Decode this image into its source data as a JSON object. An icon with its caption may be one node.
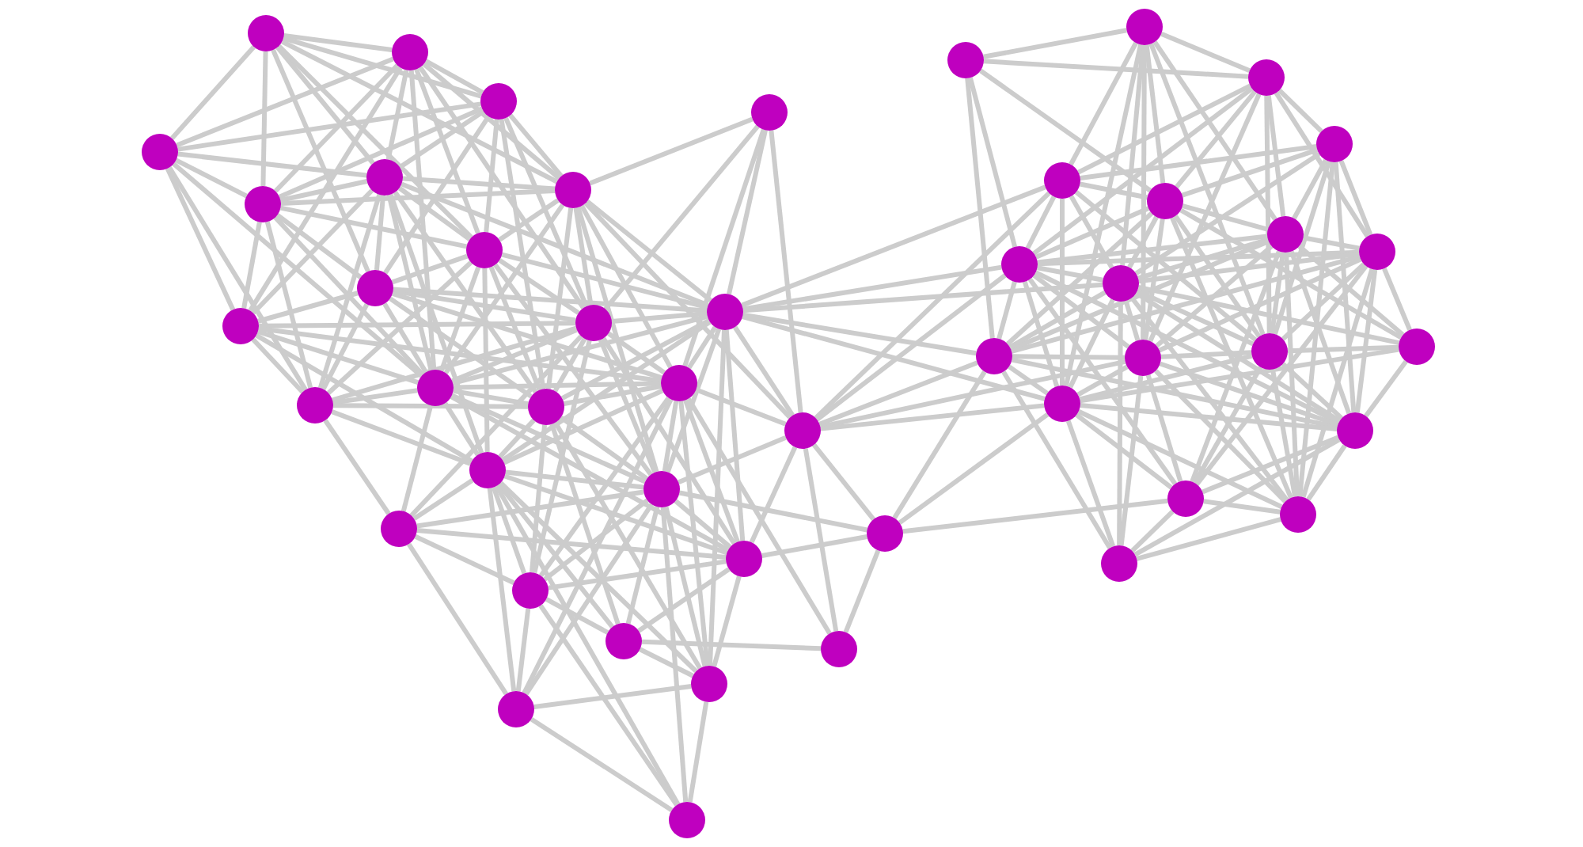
{
  "diagram": {
    "nodes": [
      {
        "text": [],
        "shape": "circle"
      },
      {
        "text": [],
        "shape": "circle"
      },
      {
        "text": [],
        "shape": "circle"
      },
      {
        "text": [],
        "shape": "circle"
      },
      {
        "text": [],
        "shape": "circle"
      },
      {
        "text": [],
        "shape": "circle"
      },
      {
        "text": [],
        "shape": "circle"
      },
      {
        "text": [],
        "shape": "circle"
      },
      {
        "text": [],
        "shape": "circle"
      },
      {
        "text": [],
        "shape": "circle"
      },
      {
        "text": [],
        "shape": "circle"
      },
      {
        "text": [],
        "shape": "circle"
      },
      {
        "text": [],
        "shape": "circle"
      },
      {
        "text": [],
        "shape": "circle"
      },
      {
        "text": [],
        "shape": "circle"
      },
      {
        "text": [],
        "shape": "circle"
      },
      {
        "text": [],
        "shape": "circle"
      },
      {
        "text": [],
        "shape": "circle"
      },
      {
        "text": [],
        "shape": "circle"
      },
      {
        "text": [],
        "shape": "circle"
      },
      {
        "text": [],
        "shape": "circle"
      },
      {
        "text": [],
        "shape": "circle"
      },
      {
        "text": [],
        "shape": "circle"
      },
      {
        "text": [],
        "shape": "circle"
      },
      {
        "text": [],
        "shape": "circle"
      },
      {
        "text": [],
        "shape": "circle"
      },
      {
        "text": [],
        "shape": "circle"
      },
      {
        "text": [],
        "shape": "circle"
      },
      {
        "text": [],
        "shape": "circle"
      },
      {
        "text": [],
        "shape": "circle"
      },
      {
        "text": [],
        "shape": "circle"
      },
      {
        "text": [],
        "shape": "circle"
      },
      {
        "text": [],
        "shape": "circle"
      },
      {
        "text": [],
        "shape": "circle"
      },
      {
        "text": [],
        "shape": "circle"
      },
      {
        "text": [],
        "shape": "circle"
      },
      {
        "text": [],
        "shape": "circle"
      },
      {
        "text": [],
        "shape": "circle"
      },
      {
        "text": [],
        "shape": "circle"
      },
      {
        "text": [],
        "shape": "circle"
      },
      {
        "text": [],
        "shape": "circle"
      },
      {
        "text": [],
        "shape": "circle"
      },
      {
        "text": [],
        "shape": "circle"
      },
      {
        "text": [],
        "shape": "circle"
      },
      {
        "text": [],
        "shape": "circle"
      },
      {
        "text": [],
        "shape": "circle"
      },
      {
        "text": [],
        "shape": "circle"
      },
      {
        "text": [],
        "shape": "circle"
      }
    ],
    "edges": [
      {
        "from": 0,
        "to": 1,
        "arrow": "none"
      },
      {
        "from": 0,
        "to": 2,
        "arrow": "none"
      },
      {
        "from": 0,
        "to": 3,
        "arrow": "none"
      },
      {
        "from": 0,
        "to": 5,
        "arrow": "none"
      },
      {
        "from": 0,
        "to": 6,
        "arrow": "none"
      },
      {
        "from": 0,
        "to": 7,
        "arrow": "none"
      },
      {
        "from": 0,
        "to": 8,
        "arrow": "none"
      },
      {
        "from": 0,
        "to": 9,
        "arrow": "none"
      },
      {
        "from": 1,
        "to": 2,
        "arrow": "none"
      },
      {
        "from": 1,
        "to": 3,
        "arrow": "none"
      },
      {
        "from": 1,
        "to": 5,
        "arrow": "none"
      },
      {
        "from": 1,
        "to": 6,
        "arrow": "none"
      },
      {
        "from": 1,
        "to": 7,
        "arrow": "none"
      },
      {
        "from": 1,
        "to": 8,
        "arrow": "none"
      },
      {
        "from": 1,
        "to": 10,
        "arrow": "none"
      },
      {
        "from": 1,
        "to": 11,
        "arrow": "none"
      },
      {
        "from": 1,
        "to": 14,
        "arrow": "none"
      },
      {
        "from": 2,
        "to": 3,
        "arrow": "none"
      },
      {
        "from": 2,
        "to": 5,
        "arrow": "none"
      },
      {
        "from": 2,
        "to": 6,
        "arrow": "none"
      },
      {
        "from": 2,
        "to": 7,
        "arrow": "none"
      },
      {
        "from": 2,
        "to": 8,
        "arrow": "none"
      },
      {
        "from": 2,
        "to": 9,
        "arrow": "none"
      },
      {
        "from": 2,
        "to": 11,
        "arrow": "none"
      },
      {
        "from": 2,
        "to": 15,
        "arrow": "none"
      },
      {
        "from": 3,
        "to": 5,
        "arrow": "none"
      },
      {
        "from": 3,
        "to": 6,
        "arrow": "none"
      },
      {
        "from": 3,
        "to": 10,
        "arrow": "none"
      },
      {
        "from": 3,
        "to": 13,
        "arrow": "none"
      },
      {
        "from": 3,
        "to": 14,
        "arrow": "none"
      },
      {
        "from": 4,
        "to": 7,
        "arrow": "none"
      },
      {
        "from": 4,
        "to": 11,
        "arrow": "none"
      },
      {
        "from": 4,
        "to": 12,
        "arrow": "none"
      },
      {
        "from": 4,
        "to": 16,
        "arrow": "none"
      },
      {
        "from": 4,
        "to": 17,
        "arrow": "none"
      },
      {
        "from": 5,
        "to": 6,
        "arrow": "none"
      },
      {
        "from": 5,
        "to": 7,
        "arrow": "none"
      },
      {
        "from": 5,
        "to": 8,
        "arrow": "none"
      },
      {
        "from": 5,
        "to": 9,
        "arrow": "none"
      },
      {
        "from": 5,
        "to": 10,
        "arrow": "none"
      },
      {
        "from": 5,
        "to": 13,
        "arrow": "none"
      },
      {
        "from": 5,
        "to": 14,
        "arrow": "none"
      },
      {
        "from": 6,
        "to": 7,
        "arrow": "none"
      },
      {
        "from": 6,
        "to": 8,
        "arrow": "none"
      },
      {
        "from": 6,
        "to": 9,
        "arrow": "none"
      },
      {
        "from": 6,
        "to": 10,
        "arrow": "none"
      },
      {
        "from": 6,
        "to": 12,
        "arrow": "none"
      },
      {
        "from": 6,
        "to": 13,
        "arrow": "none"
      },
      {
        "from": 6,
        "to": 14,
        "arrow": "none"
      },
      {
        "from": 6,
        "to": 15,
        "arrow": "none"
      },
      {
        "from": 6,
        "to": 18,
        "arrow": "none"
      },
      {
        "from": 7,
        "to": 8,
        "arrow": "none"
      },
      {
        "from": 7,
        "to": 11,
        "arrow": "none"
      },
      {
        "from": 7,
        "to": 12,
        "arrow": "none"
      },
      {
        "from": 7,
        "to": 14,
        "arrow": "none"
      },
      {
        "from": 7,
        "to": 15,
        "arrow": "none"
      },
      {
        "from": 7,
        "to": 16,
        "arrow": "none"
      },
      {
        "from": 7,
        "to": 17,
        "arrow": "none"
      },
      {
        "from": 7,
        "to": 19,
        "arrow": "none"
      },
      {
        "from": 8,
        "to": 9,
        "arrow": "none"
      },
      {
        "from": 8,
        "to": 11,
        "arrow": "none"
      },
      {
        "from": 8,
        "to": 12,
        "arrow": "none"
      },
      {
        "from": 8,
        "to": 13,
        "arrow": "none"
      },
      {
        "from": 8,
        "to": 14,
        "arrow": "none"
      },
      {
        "from": 8,
        "to": 15,
        "arrow": "none"
      },
      {
        "from": 8,
        "to": 18,
        "arrow": "none"
      },
      {
        "from": 8,
        "to": 19,
        "arrow": "none"
      },
      {
        "from": 9,
        "to": 10,
        "arrow": "none"
      },
      {
        "from": 9,
        "to": 11,
        "arrow": "none"
      },
      {
        "from": 9,
        "to": 12,
        "arrow": "none"
      },
      {
        "from": 9,
        "to": 13,
        "arrow": "none"
      },
      {
        "from": 9,
        "to": 14,
        "arrow": "none"
      },
      {
        "from": 9,
        "to": 15,
        "arrow": "none"
      },
      {
        "from": 9,
        "to": 16,
        "arrow": "none"
      },
      {
        "from": 10,
        "to": 11,
        "arrow": "none"
      },
      {
        "from": 10,
        "to": 13,
        "arrow": "none"
      },
      {
        "from": 10,
        "to": 14,
        "arrow": "none"
      },
      {
        "from": 10,
        "to": 16,
        "arrow": "none"
      },
      {
        "from": 10,
        "to": 18,
        "arrow": "none"
      },
      {
        "from": 11,
        "to": 12,
        "arrow": "none"
      },
      {
        "from": 11,
        "to": 13,
        "arrow": "none"
      },
      {
        "from": 11,
        "to": 14,
        "arrow": "none"
      },
      {
        "from": 11,
        "to": 15,
        "arrow": "none"
      },
      {
        "from": 11,
        "to": 16,
        "arrow": "none"
      },
      {
        "from": 11,
        "to": 19,
        "arrow": "none"
      },
      {
        "from": 11,
        "to": 20,
        "arrow": "none"
      },
      {
        "from": 11,
        "to": 22,
        "arrow": "none"
      },
      {
        "from": 11,
        "to": 23,
        "arrow": "none"
      },
      {
        "from": 12,
        "to": 14,
        "arrow": "none"
      },
      {
        "from": 12,
        "to": 15,
        "arrow": "none"
      },
      {
        "from": 12,
        "to": 16,
        "arrow": "none"
      },
      {
        "from": 12,
        "to": 17,
        "arrow": "none"
      },
      {
        "from": 12,
        "to": 18,
        "arrow": "none"
      },
      {
        "from": 12,
        "to": 19,
        "arrow": "none"
      },
      {
        "from": 12,
        "to": 22,
        "arrow": "none"
      },
      {
        "from": 12,
        "to": 26,
        "arrow": "none"
      },
      {
        "from": 12,
        "to": 33,
        "arrow": "none"
      },
      {
        "from": 12,
        "to": 37,
        "arrow": "none"
      },
      {
        "from": 12,
        "to": 38,
        "arrow": "none"
      },
      {
        "from": 12,
        "to": 40,
        "arrow": "none"
      },
      {
        "from": 12,
        "to": 43,
        "arrow": "none"
      },
      {
        "from": 13,
        "to": 14,
        "arrow": "none"
      },
      {
        "from": 13,
        "to": 15,
        "arrow": "none"
      },
      {
        "from": 13,
        "to": 18,
        "arrow": "none"
      },
      {
        "from": 13,
        "to": 20,
        "arrow": "none"
      },
      {
        "from": 14,
        "to": 15,
        "arrow": "none"
      },
      {
        "from": 14,
        "to": 16,
        "arrow": "none"
      },
      {
        "from": 14,
        "to": 18,
        "arrow": "none"
      },
      {
        "from": 14,
        "to": 19,
        "arrow": "none"
      },
      {
        "from": 14,
        "to": 20,
        "arrow": "none"
      },
      {
        "from": 14,
        "to": 22,
        "arrow": "none"
      },
      {
        "from": 15,
        "to": 16,
        "arrow": "none"
      },
      {
        "from": 15,
        "to": 18,
        "arrow": "none"
      },
      {
        "from": 15,
        "to": 19,
        "arrow": "none"
      },
      {
        "from": 15,
        "to": 23,
        "arrow": "none"
      },
      {
        "from": 15,
        "to": 24,
        "arrow": "none"
      },
      {
        "from": 15,
        "to": 26,
        "arrow": "none"
      },
      {
        "from": 16,
        "to": 17,
        "arrow": "none"
      },
      {
        "from": 16,
        "to": 18,
        "arrow": "none"
      },
      {
        "from": 16,
        "to": 19,
        "arrow": "none"
      },
      {
        "from": 16,
        "to": 22,
        "arrow": "none"
      },
      {
        "from": 16,
        "to": 23,
        "arrow": "none"
      },
      {
        "from": 16,
        "to": 25,
        "arrow": "none"
      },
      {
        "from": 16,
        "to": 26,
        "arrow": "none"
      },
      {
        "from": 16,
        "to": 27,
        "arrow": "none"
      },
      {
        "from": 17,
        "to": 19,
        "arrow": "none"
      },
      {
        "from": 17,
        "to": 21,
        "arrow": "none"
      },
      {
        "from": 17,
        "to": 22,
        "arrow": "none"
      },
      {
        "from": 17,
        "to": 25,
        "arrow": "none"
      },
      {
        "from": 17,
        "to": 33,
        "arrow": "none"
      },
      {
        "from": 17,
        "to": 37,
        "arrow": "none"
      },
      {
        "from": 17,
        "to": 40,
        "arrow": "none"
      },
      {
        "from": 17,
        "to": 41,
        "arrow": "none"
      },
      {
        "from": 17,
        "to": 43,
        "arrow": "none"
      },
      {
        "from": 18,
        "to": 19,
        "arrow": "none"
      },
      {
        "from": 18,
        "to": 20,
        "arrow": "none"
      },
      {
        "from": 18,
        "to": 22,
        "arrow": "none"
      },
      {
        "from": 18,
        "to": 23,
        "arrow": "none"
      },
      {
        "from": 18,
        "to": 24,
        "arrow": "none"
      },
      {
        "from": 18,
        "to": 26,
        "arrow": "none"
      },
      {
        "from": 18,
        "to": 27,
        "arrow": "none"
      },
      {
        "from": 18,
        "to": 28,
        "arrow": "none"
      },
      {
        "from": 19,
        "to": 20,
        "arrow": "none"
      },
      {
        "from": 19,
        "to": 21,
        "arrow": "none"
      },
      {
        "from": 19,
        "to": 22,
        "arrow": "none"
      },
      {
        "from": 19,
        "to": 23,
        "arrow": "none"
      },
      {
        "from": 19,
        "to": 24,
        "arrow": "none"
      },
      {
        "from": 19,
        "to": 26,
        "arrow": "none"
      },
      {
        "from": 19,
        "to": 27,
        "arrow": "none"
      },
      {
        "from": 19,
        "to": 28,
        "arrow": "none"
      },
      {
        "from": 20,
        "to": 22,
        "arrow": "none"
      },
      {
        "from": 20,
        "to": 23,
        "arrow": "none"
      },
      {
        "from": 20,
        "to": 27,
        "arrow": "none"
      },
      {
        "from": 21,
        "to": 22,
        "arrow": "none"
      },
      {
        "from": 21,
        "to": 25,
        "arrow": "none"
      },
      {
        "from": 21,
        "to": 40,
        "arrow": "none"
      },
      {
        "from": 21,
        "to": 43,
        "arrow": "none"
      },
      {
        "from": 21,
        "to": 45,
        "arrow": "none"
      },
      {
        "from": 22,
        "to": 23,
        "arrow": "none"
      },
      {
        "from": 22,
        "to": 24,
        "arrow": "none"
      },
      {
        "from": 22,
        "to": 26,
        "arrow": "none"
      },
      {
        "from": 23,
        "to": 24,
        "arrow": "none"
      },
      {
        "from": 23,
        "to": 27,
        "arrow": "none"
      },
      {
        "from": 23,
        "to": 28,
        "arrow": "none"
      },
      {
        "from": 24,
        "to": 25,
        "arrow": "none"
      },
      {
        "from": 24,
        "to": 26,
        "arrow": "none"
      },
      {
        "from": 26,
        "to": 27,
        "arrow": "none"
      },
      {
        "from": 26,
        "to": 28,
        "arrow": "none"
      },
      {
        "from": 27,
        "to": 28,
        "arrow": "none"
      },
      {
        "from": 29,
        "to": 30,
        "arrow": "none"
      },
      {
        "from": 29,
        "to": 31,
        "arrow": "none"
      },
      {
        "from": 29,
        "to": 34,
        "arrow": "none"
      },
      {
        "from": 29,
        "to": 37,
        "arrow": "none"
      },
      {
        "from": 29,
        "to": 40,
        "arrow": "none"
      },
      {
        "from": 30,
        "to": 31,
        "arrow": "none"
      },
      {
        "from": 30,
        "to": 33,
        "arrow": "none"
      },
      {
        "from": 30,
        "to": 34,
        "arrow": "none"
      },
      {
        "from": 30,
        "to": 35,
        "arrow": "none"
      },
      {
        "from": 30,
        "to": 38,
        "arrow": "none"
      },
      {
        "from": 30,
        "to": 41,
        "arrow": "none"
      },
      {
        "from": 30,
        "to": 42,
        "arrow": "none"
      },
      {
        "from": 30,
        "to": 43,
        "arrow": "none"
      },
      {
        "from": 31,
        "to": 32,
        "arrow": "none"
      },
      {
        "from": 31,
        "to": 33,
        "arrow": "none"
      },
      {
        "from": 31,
        "to": 34,
        "arrow": "none"
      },
      {
        "from": 31,
        "to": 35,
        "arrow": "none"
      },
      {
        "from": 31,
        "to": 36,
        "arrow": "none"
      },
      {
        "from": 31,
        "to": 37,
        "arrow": "none"
      },
      {
        "from": 31,
        "to": 41,
        "arrow": "none"
      },
      {
        "from": 31,
        "to": 42,
        "arrow": "none"
      },
      {
        "from": 32,
        "to": 33,
        "arrow": "none"
      },
      {
        "from": 32,
        "to": 34,
        "arrow": "none"
      },
      {
        "from": 32,
        "to": 35,
        "arrow": "none"
      },
      {
        "from": 32,
        "to": 36,
        "arrow": "none"
      },
      {
        "from": 32,
        "to": 38,
        "arrow": "none"
      },
      {
        "from": 32,
        "to": 42,
        "arrow": "none"
      },
      {
        "from": 32,
        "to": 44,
        "arrow": "none"
      },
      {
        "from": 32,
        "to": 46,
        "arrow": "none"
      },
      {
        "from": 33,
        "to": 34,
        "arrow": "none"
      },
      {
        "from": 33,
        "to": 37,
        "arrow": "none"
      },
      {
        "from": 33,
        "to": 38,
        "arrow": "none"
      },
      {
        "from": 33,
        "to": 42,
        "arrow": "none"
      },
      {
        "from": 33,
        "to": 43,
        "arrow": "none"
      },
      {
        "from": 34,
        "to": 35,
        "arrow": "none"
      },
      {
        "from": 34,
        "to": 37,
        "arrow": "none"
      },
      {
        "from": 34,
        "to": 38,
        "arrow": "none"
      },
      {
        "from": 34,
        "to": 39,
        "arrow": "none"
      },
      {
        "from": 34,
        "to": 40,
        "arrow": "none"
      },
      {
        "from": 34,
        "to": 41,
        "arrow": "none"
      },
      {
        "from": 34,
        "to": 42,
        "arrow": "none"
      },
      {
        "from": 34,
        "to": 46,
        "arrow": "none"
      },
      {
        "from": 35,
        "to": 36,
        "arrow": "none"
      },
      {
        "from": 35,
        "to": 37,
        "arrow": "none"
      },
      {
        "from": 35,
        "to": 38,
        "arrow": "none"
      },
      {
        "from": 35,
        "to": 39,
        "arrow": "none"
      },
      {
        "from": 35,
        "to": 40,
        "arrow": "none"
      },
      {
        "from": 35,
        "to": 41,
        "arrow": "none"
      },
      {
        "from": 35,
        "to": 42,
        "arrow": "none"
      },
      {
        "from": 35,
        "to": 44,
        "arrow": "none"
      },
      {
        "from": 35,
        "to": 45,
        "arrow": "none"
      },
      {
        "from": 35,
        "to": 46,
        "arrow": "none"
      },
      {
        "from": 36,
        "to": 37,
        "arrow": "none"
      },
      {
        "from": 36,
        "to": 38,
        "arrow": "none"
      },
      {
        "from": 36,
        "to": 39,
        "arrow": "none"
      },
      {
        "from": 36,
        "to": 40,
        "arrow": "none"
      },
      {
        "from": 36,
        "to": 41,
        "arrow": "none"
      },
      {
        "from": 36,
        "to": 42,
        "arrow": "none"
      },
      {
        "from": 36,
        "to": 44,
        "arrow": "none"
      },
      {
        "from": 36,
        "to": 45,
        "arrow": "none"
      },
      {
        "from": 36,
        "to": 46,
        "arrow": "none"
      },
      {
        "from": 37,
        "to": 38,
        "arrow": "none"
      },
      {
        "from": 37,
        "to": 40,
        "arrow": "none"
      },
      {
        "from": 37,
        "to": 41,
        "arrow": "none"
      },
      {
        "from": 37,
        "to": 43,
        "arrow": "none"
      },
      {
        "from": 37,
        "to": 44,
        "arrow": "none"
      },
      {
        "from": 37,
        "to": 45,
        "arrow": "none"
      },
      {
        "from": 38,
        "to": 39,
        "arrow": "none"
      },
      {
        "from": 38,
        "to": 40,
        "arrow": "none"
      },
      {
        "from": 38,
        "to": 41,
        "arrow": "none"
      },
      {
        "from": 38,
        "to": 42,
        "arrow": "none"
      },
      {
        "from": 38,
        "to": 43,
        "arrow": "none"
      },
      {
        "from": 38,
        "to": 44,
        "arrow": "none"
      },
      {
        "from": 38,
        "to": 46,
        "arrow": "none"
      },
      {
        "from": 38,
        "to": 47,
        "arrow": "none"
      },
      {
        "from": 39,
        "to": 42,
        "arrow": "none"
      },
      {
        "from": 39,
        "to": 43,
        "arrow": "none"
      },
      {
        "from": 39,
        "to": 44,
        "arrow": "none"
      },
      {
        "from": 40,
        "to": 41,
        "arrow": "none"
      },
      {
        "from": 40,
        "to": 43,
        "arrow": "none"
      },
      {
        "from": 40,
        "to": 44,
        "arrow": "none"
      },
      {
        "from": 40,
        "to": 47,
        "arrow": "none"
      },
      {
        "from": 41,
        "to": 42,
        "arrow": "none"
      },
      {
        "from": 41,
        "to": 43,
        "arrow": "none"
      },
      {
        "from": 41,
        "to": 44,
        "arrow": "none"
      },
      {
        "from": 41,
        "to": 45,
        "arrow": "none"
      },
      {
        "from": 41,
        "to": 46,
        "arrow": "none"
      },
      {
        "from": 41,
        "to": 47,
        "arrow": "none"
      },
      {
        "from": 42,
        "to": 43,
        "arrow": "none"
      },
      {
        "from": 42,
        "to": 44,
        "arrow": "none"
      },
      {
        "from": 42,
        "to": 45,
        "arrow": "none"
      },
      {
        "from": 42,
        "to": 46,
        "arrow": "none"
      },
      {
        "from": 43,
        "to": 44,
        "arrow": "none"
      },
      {
        "from": 43,
        "to": 45,
        "arrow": "none"
      },
      {
        "from": 43,
        "to": 46,
        "arrow": "none"
      },
      {
        "from": 43,
        "to": 47,
        "arrow": "none"
      },
      {
        "from": 44,
        "to": 45,
        "arrow": "none"
      },
      {
        "from": 44,
        "to": 46,
        "arrow": "none"
      },
      {
        "from": 44,
        "to": 47,
        "arrow": "none"
      },
      {
        "from": 45,
        "to": 46,
        "arrow": "none"
      },
      {
        "from": 45,
        "to": 47,
        "arrow": "none"
      },
      {
        "from": 46,
        "to": 47,
        "arrow": "none"
      }
    ]
  }
}
